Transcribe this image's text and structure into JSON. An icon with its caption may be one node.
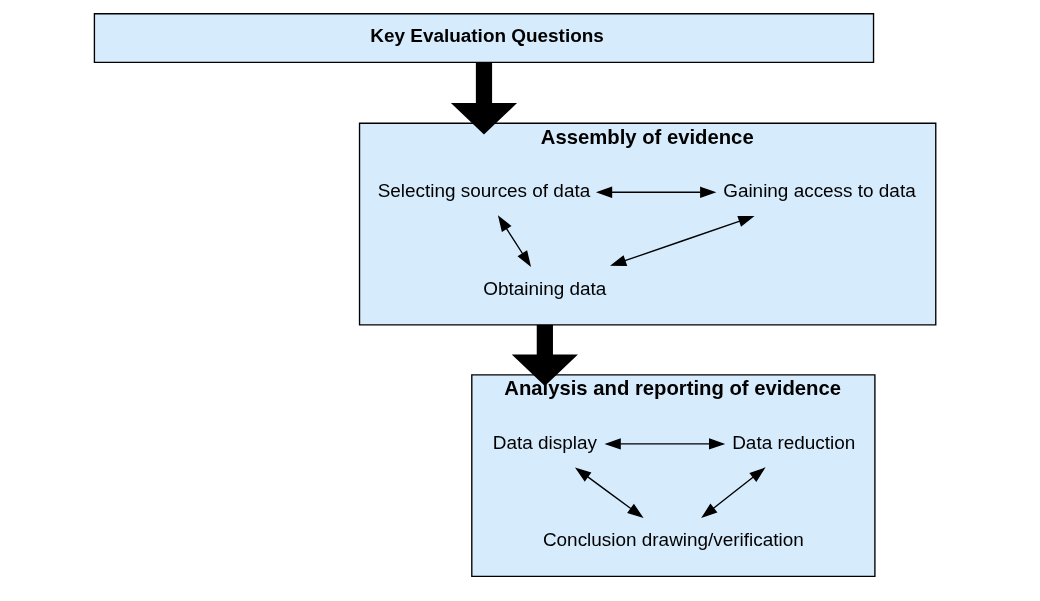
{
  "diagram": {
    "nodes": [
      {
        "text": [
          "Key Evaluation Questions"
        ]
      },
      {
        "text": [
          "Assembly of evidence"
        ]
      },
      {
        "text": [
          "Selecting sources of data"
        ],
        "in": 1
      },
      {
        "text": [
          "Obtaining data"
        ],
        "in": 1
      },
      {
        "text": [
          "Gaining access to data"
        ],
        "in": 1
      },
      {
        "text": [
          "Analysis and reporting of evidence"
        ]
      },
      {
        "text": [
          "Data display"
        ],
        "in": 5
      },
      {
        "text": [
          "Data reduction"
        ],
        "in": 5
      },
      {
        "text": [
          "Conclusion drawing/verification"
        ],
        "in": 5
      }
    ],
    "edges": [
      {
        "from": 0,
        "to": 1,
        "arrow": "to",
        "style": "thick"
      },
      {
        "from": 2,
        "to": 4,
        "arrow": "both"
      },
      {
        "from": 2,
        "to": 3,
        "arrow": "both"
      },
      {
        "from": 3,
        "to": 4,
        "arrow": "both"
      },
      {
        "from": 1,
        "to": 5,
        "arrow": "to",
        "style": "thick"
      },
      {
        "from": 6,
        "to": 7,
        "arrow": "both"
      },
      {
        "from": 6,
        "to": 8,
        "arrow": "both"
      },
      {
        "from": 8,
        "to": 7,
        "arrow": "both"
      }
    ]
  }
}
